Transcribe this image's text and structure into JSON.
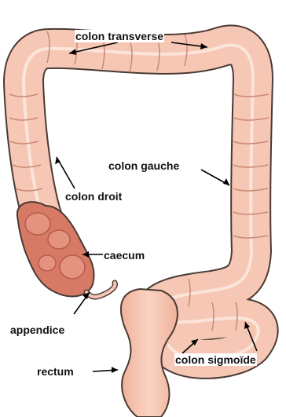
{
  "diagram": {
    "colors": {
      "colon_fill": "#f7c7b5",
      "colon_outline": "#4a3a34",
      "colon_shade": "#e8a98f",
      "colon_band": "#fbe4da",
      "caecum_fill": "#d67a65",
      "caecum_dark": "#b85a48",
      "rectum_fill": "#f6c3ad",
      "label_color": "#111111",
      "leader_color": "#000000"
    },
    "labels": {
      "transverse": "colon transverse",
      "left": "colon gauche",
      "right": "colon droit",
      "caecum": "caecum",
      "appendix": "appendice",
      "rectum": "rectum",
      "sigmoid": "colon sigmoïde"
    }
  }
}
